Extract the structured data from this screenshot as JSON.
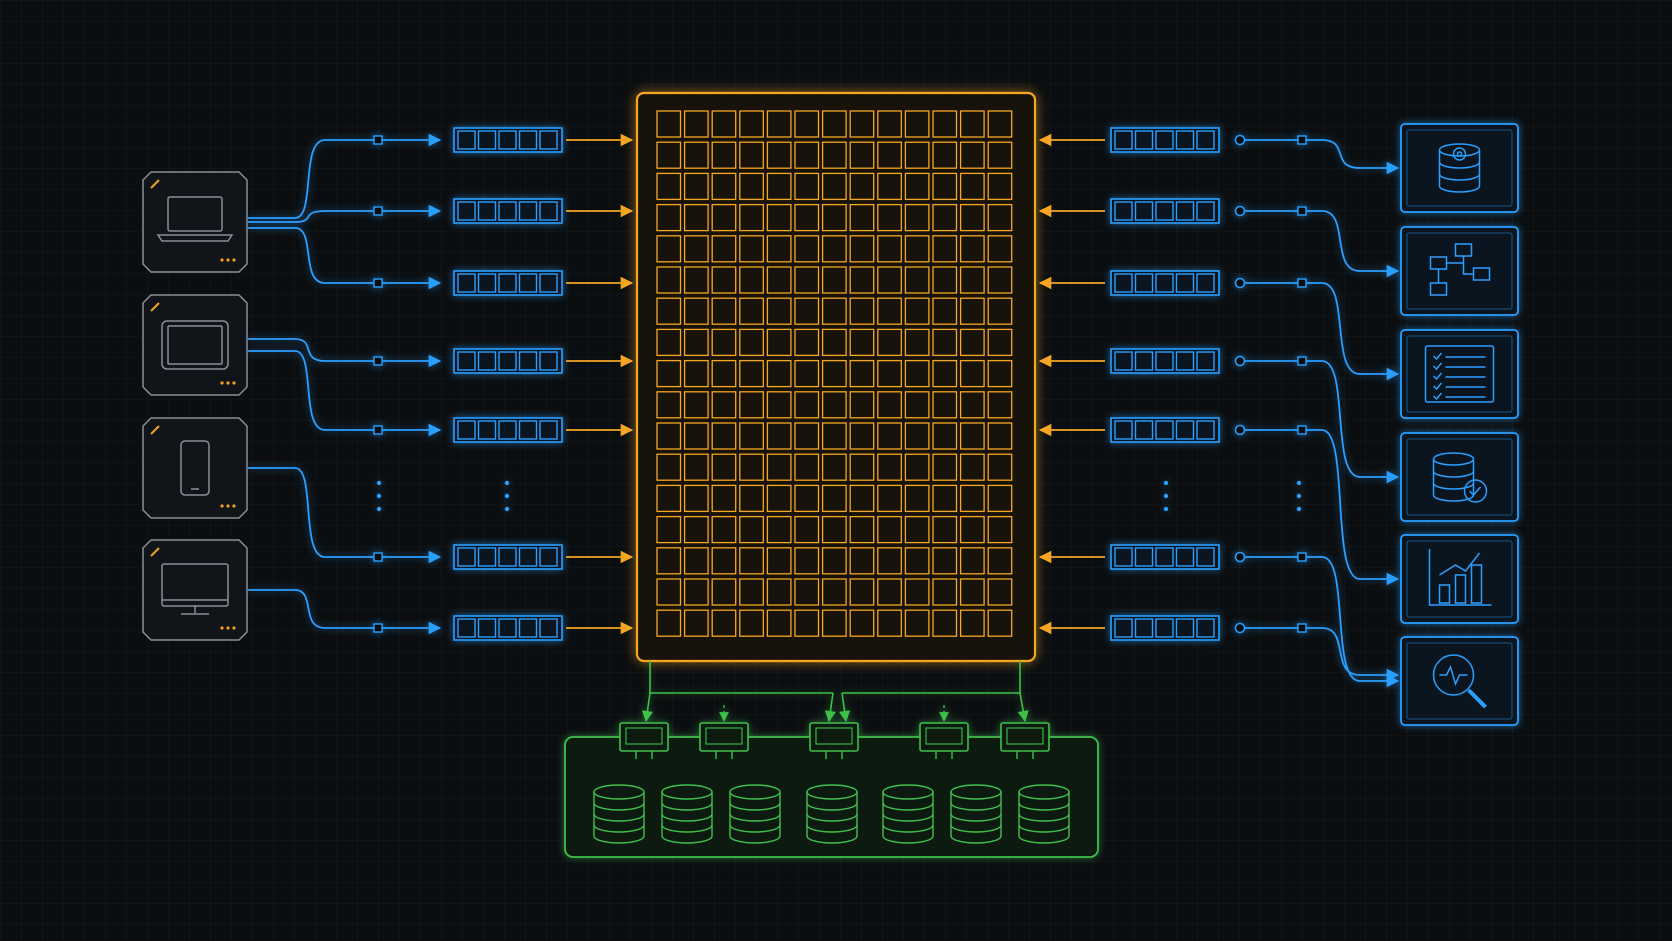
{
  "colors": {
    "background": "#0b0e10",
    "client_device": "#8a8f96",
    "client_accent": "#f0a020",
    "flow_blue": "#2a9fff",
    "grid_orange": "#f5a623",
    "storage_green": "#3fc04a"
  },
  "clients": [
    {
      "icon": "laptop-icon"
    },
    {
      "icon": "tablet-icon"
    },
    {
      "icon": "phone-icon"
    },
    {
      "icon": "monitor-icon"
    }
  ],
  "input_queue_count": 7,
  "output_queue_count": 7,
  "queue_slots": 5,
  "processing_grid": {
    "columns": 13,
    "rows": 17
  },
  "services": [
    {
      "icon": "database-gear-icon"
    },
    {
      "icon": "flowchart-icon"
    },
    {
      "icon": "checklist-icon"
    },
    {
      "icon": "database-check-icon"
    },
    {
      "icon": "bar-chart-icon"
    },
    {
      "icon": "search-pulse-icon"
    }
  ],
  "storage": {
    "nodes": 5,
    "databases": 7
  }
}
